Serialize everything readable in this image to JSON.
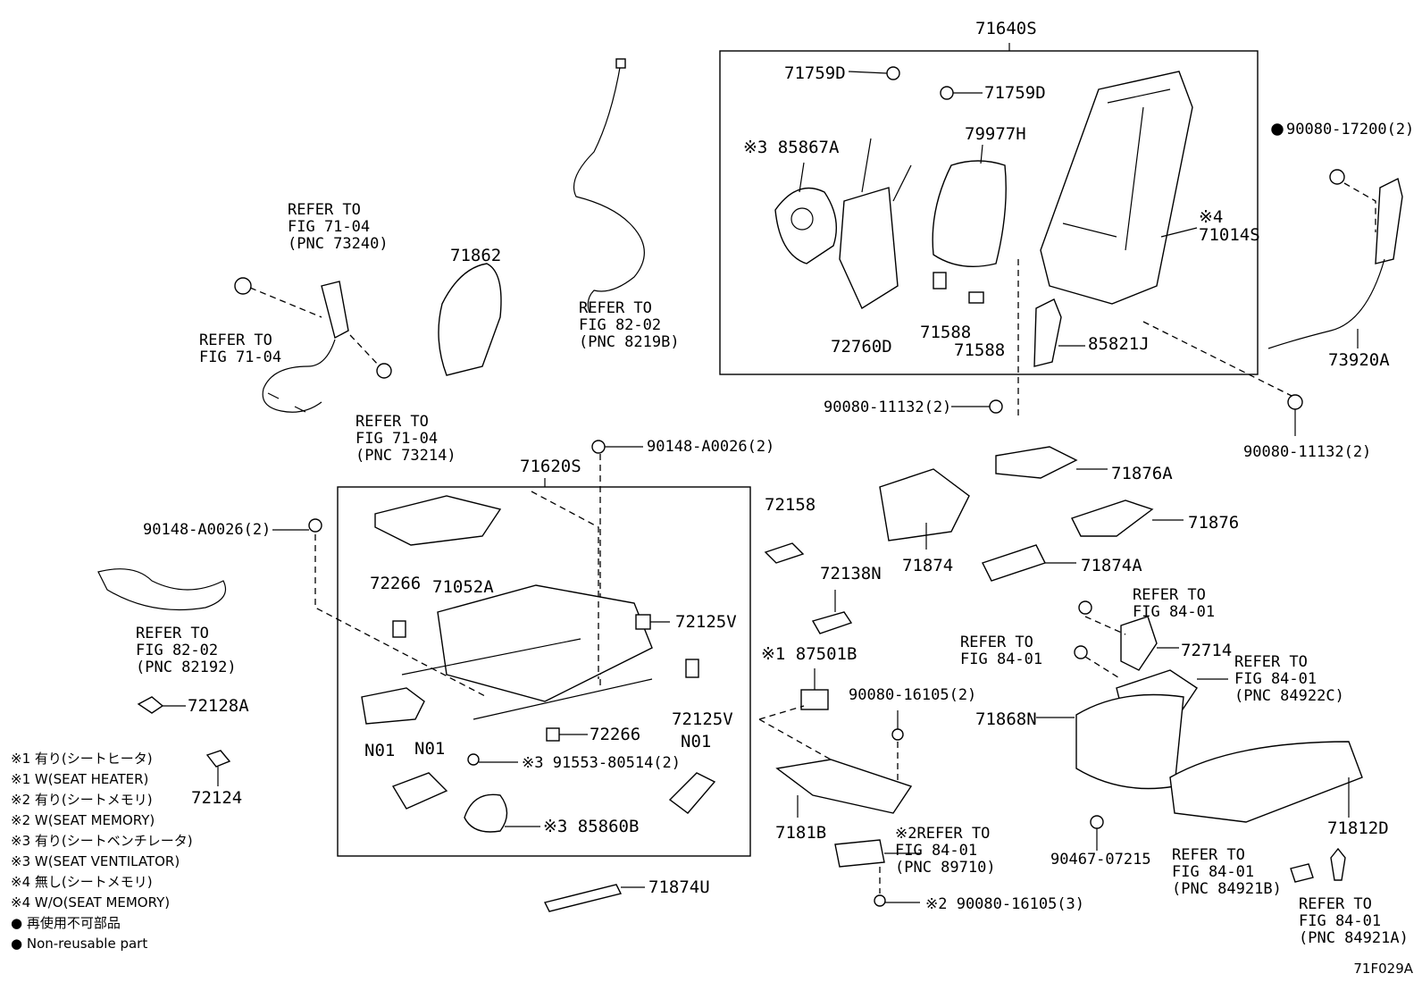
{
  "figure_id": "71F029A",
  "assemblies": {
    "seatback_frame": "71640S",
    "cushion_frame": "71620S"
  },
  "parts": {
    "p71759D_a": "71759D",
    "p71759D_b": "71759D",
    "p85867A": "※3 85867A",
    "p79977H": "79977H",
    "p71014S": "※4\n71014S",
    "p72760D": "72760D",
    "p71588_a": "71588",
    "p71588_b": "71588",
    "p85821J": "85821J",
    "p90080_17200": "90080-17200(2)",
    "p73920A": "73920A",
    "p90080_11132_a": "90080-11132(2)",
    "p90080_11132_b": "90080-11132(2)",
    "p71862": "71862",
    "p90148_a": "90148-A0026(2)",
    "p90148_b": "90148-A0026(2)",
    "p72266_a": "72266",
    "p71052A": "71052A",
    "p72125V_a": "72125V",
    "p72125V_b": "72125V",
    "pN01_a": "N01",
    "pN01_b": "N01",
    "pN01_c": "N01",
    "p72266_b": "72266",
    "p91553": "※3 91553-80514(2)",
    "p85860B": "※3 85860B",
    "p72158": "72158",
    "p72138N": "72138N",
    "p87501B": "※1 87501B",
    "p71874": "71874",
    "p71876A": "71876A",
    "p71876": "71876",
    "p71874A": "71874A",
    "p72714": "72714",
    "p90080_16105_a": "90080-16105(2)",
    "p71868N": "71868N",
    "p7181B": "7181B",
    "p90467": "90467-07215",
    "p71812D": "71812D",
    "p90080_16105_b": "※2 90080-16105(3)",
    "p72128A": "72128A",
    "p72124": "72124",
    "p71874U": "71874U"
  },
  "references": {
    "r1": "REFER TO\nFIG 71-04\n(PNC 73240)",
    "r2": "REFER TO\nFIG 71-04",
    "r3": "REFER TO\nFIG 71-04\n(PNC 73214)",
    "r4": "REFER TO\nFIG 82-02\n(PNC 8219B)",
    "r5": "REFER TO\nFIG 82-02\n(PNC 82192)",
    "r6": "REFER TO\nFIG 84-01",
    "r7": "REFER TO\nFIG 84-01",
    "r8": "REFER TO\nFIG 84-01\n(PNC 84922C)",
    "r9": "※2REFER TO\nFIG 84-01\n(PNC 89710)",
    "r10": "REFER TO\nFIG 84-01\n(PNC 84921B)",
    "r11": "REFER TO\nFIG 84-01\n(PNC 84921A)"
  },
  "legend": [
    "※1 有り(シートヒータ)",
    "※1 W(SEAT HEATER)",
    "※2 有り(シートメモリ)",
    "※2 W(SEAT MEMORY)",
    "※3 有り(シートベンチレータ)",
    "※3 W(SEAT VENTILATOR)",
    "※4 無し(シートメモリ)",
    "※4 W/O(SEAT MEMORY)",
    "● 再使用不可部品",
    "● Non-reusable part"
  ]
}
